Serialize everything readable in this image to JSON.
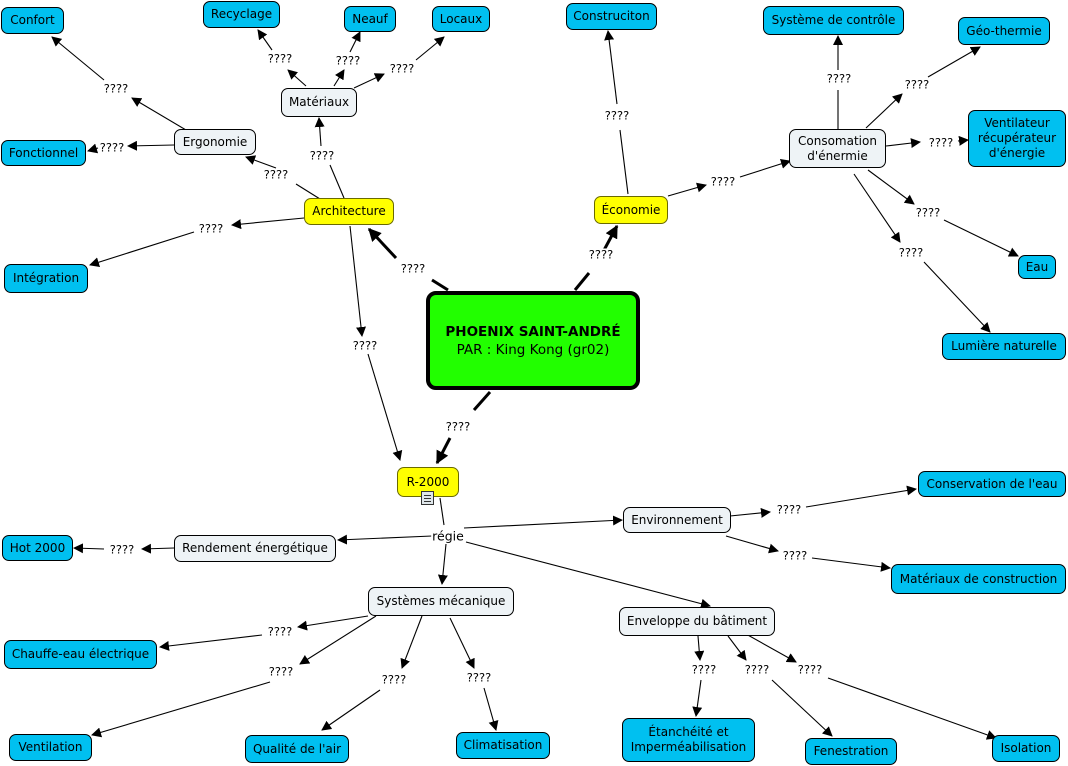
{
  "center": {
    "title": "PHOENIX SAINT-ANDRÉ",
    "subtitle": "PAR : King Kong (gr02)"
  },
  "nodes": {
    "architecture": "Architecture",
    "economie": "Économie",
    "r2000": "R-2000",
    "ergonomie": "Ergonomie",
    "materiaux": "Matériaux",
    "confort": "Confort",
    "fonctionnel": "Fonctionnel",
    "integration": "Intégration",
    "recyclage": "Recyclage",
    "neuf": "Neauf",
    "locaux": "Locaux",
    "construction": "Construciton",
    "consommation": "Consomation d'énermie",
    "systeme_controle": "Système de contrôle",
    "geothermie": "Géo-thermie",
    "ventilateur": "Ventilateur récupérateur d'énergie",
    "eau": "Eau",
    "lumiere": "Lumière naturelle",
    "environnement": "Environnement",
    "conservation_eau": "Conservation de l'eau",
    "materiaux_construction": "Matériaux de construction",
    "rendement": "Rendement énergétique",
    "hot2000": "Hot 2000",
    "systemes_mecanique": "Systèmes mécanique",
    "chauffe_eau": "Chauffe-eau électrique",
    "ventilation": "Ventilation",
    "qualite_air": "Qualité de l'air",
    "climatisation": "Climatisation",
    "enveloppe": "Enveloppe du bâtiment",
    "etancheite": "Étanchéité et Imperméabilisation",
    "fenestration": "Fenestration",
    "isolation": "Isolation"
  },
  "links": {
    "unknown": "????",
    "regie": "régie"
  },
  "colors": {
    "center_fill": "#22ff00",
    "hub_fill": "#ffff00",
    "leaf_fill": "#00c0f0",
    "concept_fill": "#eef3f6"
  }
}
